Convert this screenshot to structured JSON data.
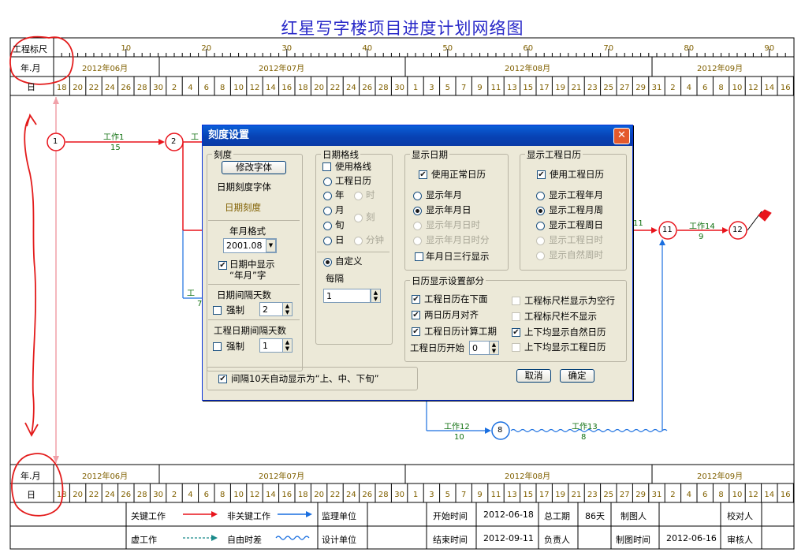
{
  "title": "红星写字楼项目进度计划网络图",
  "scale": {
    "label_ruler": "工程标尺",
    "label_ym": "年.月",
    "label_day": "日",
    "ruler_ticks": [
      "10",
      "20",
      "30",
      "40",
      "50",
      "60",
      "70",
      "80",
      "90"
    ],
    "months": [
      "2012年06月",
      "2012年07月",
      "2012年08月",
      "2012年09月"
    ],
    "days_jun": [
      "18",
      "20",
      "22",
      "24",
      "26",
      "28",
      "30"
    ],
    "days_jul": [
      "2",
      "4",
      "6",
      "8",
      "10",
      "12",
      "14",
      "16",
      "18",
      "20",
      "22",
      "24",
      "26",
      "28",
      "30"
    ],
    "days_aug": [
      "1",
      "3",
      "5",
      "7",
      "9",
      "11",
      "13",
      "15",
      "17",
      "19",
      "21",
      "23",
      "25",
      "27",
      "29",
      "31"
    ],
    "days_sep": [
      "2",
      "4",
      "6",
      "8",
      "10",
      "12",
      "14",
      "16"
    ]
  },
  "network": {
    "nodes": [
      "1",
      "2",
      "8",
      "11",
      "12"
    ],
    "tasks": [
      {
        "name": "工作1",
        "duration": "15"
      },
      {
        "name": "工作12",
        "duration": "10"
      },
      {
        "name": "工作13",
        "duration": "8"
      },
      {
        "name": "工作14",
        "duration": "9"
      }
    ],
    "partial_labels": [
      "工",
      "工",
      "7",
      "11"
    ]
  },
  "dialog": {
    "title": "刻度设置",
    "close": "✕",
    "scale_group": {
      "title": "刻度",
      "modify_font": "修改字体",
      "font_label": "日期刻度字体",
      "sample": "日期刻度",
      "ym_format_title": "年月格式",
      "ym_format_value": "2001.08",
      "show_ym_char_1": "日期中显示",
      "show_ym_char_2": "“年月”字",
      "interval_title": "日期间隔天数",
      "force": "强制",
      "interval_value": "2",
      "proj_interval_title": "工程日期间隔天数",
      "force2": "强制",
      "proj_interval_value": "1"
    },
    "grid_group": {
      "title": "日期格线",
      "use_grid": "使用格线",
      "proj_cal": "工程日历",
      "year": "年",
      "hour": "时",
      "month": "月",
      "ten_day": "旬",
      "quarter": "刻",
      "day": "日",
      "minute": "分钟",
      "custom": "自定义",
      "every": "每隔",
      "every_value": "1"
    },
    "show_date": {
      "title": "显示日期",
      "use_normal": "使用正常日历",
      "opt_ym": "显示年月",
      "opt_ymd": "显示年月日",
      "opt_ymdh": "显示年月日时",
      "opt_ymdhm": "显示年月日时分",
      "three_rows": "年月日三行显示"
    },
    "show_proj": {
      "title": "显示工程日历",
      "use_proj": "使用工程日历",
      "opt_ym": "显示工程年月",
      "opt_ymw": "显示工程月周",
      "opt_ymwd": "显示工程周日",
      "opt_dh": "显示工程日时",
      "opt_nat": "显示自然周时"
    },
    "cal_group": {
      "title": "日历显示设置部分",
      "proj_below": "工程日历在下面",
      "align_two": "两日历月对齐",
      "calc_by_proj": "工程日历计算工期",
      "proj_start": "工程日历开始",
      "proj_start_value": "0",
      "ruler_blank": "工程标尺栏显示为空行",
      "ruler_hide": "工程标尺栏不显示",
      "both_natural": "上下均显示自然日历",
      "both_proj": "上下均显示工程日历"
    },
    "auto_ten": "间隔10天自动显示为“上、中、下旬”",
    "cancel": "取消",
    "ok": "确定"
  },
  "legend": {
    "critical": "关键工作",
    "noncritical": "非关键工作",
    "supervision": "监理单位",
    "dummy": "虚工作",
    "free_float": "自由时差",
    "design": "设计单位",
    "start_label": "开始时间",
    "start_value": "2012-06-18",
    "duration_label": "总工期",
    "duration_value": "86天",
    "drawer_label": "制图人",
    "checker_label": "校对人",
    "end_label": "结束时间",
    "end_value": "2012-09-11",
    "owner_label": "负责人",
    "draw_time_label": "制图时间",
    "draw_time_value": "2012-06-16",
    "reviewer_label": "审核人"
  },
  "colors": {
    "critical": "#e8141c",
    "noncritical": "#1a6fe0",
    "title": "#2828c8",
    "scale_text": "#806000",
    "annotation": "#e31b1b"
  }
}
